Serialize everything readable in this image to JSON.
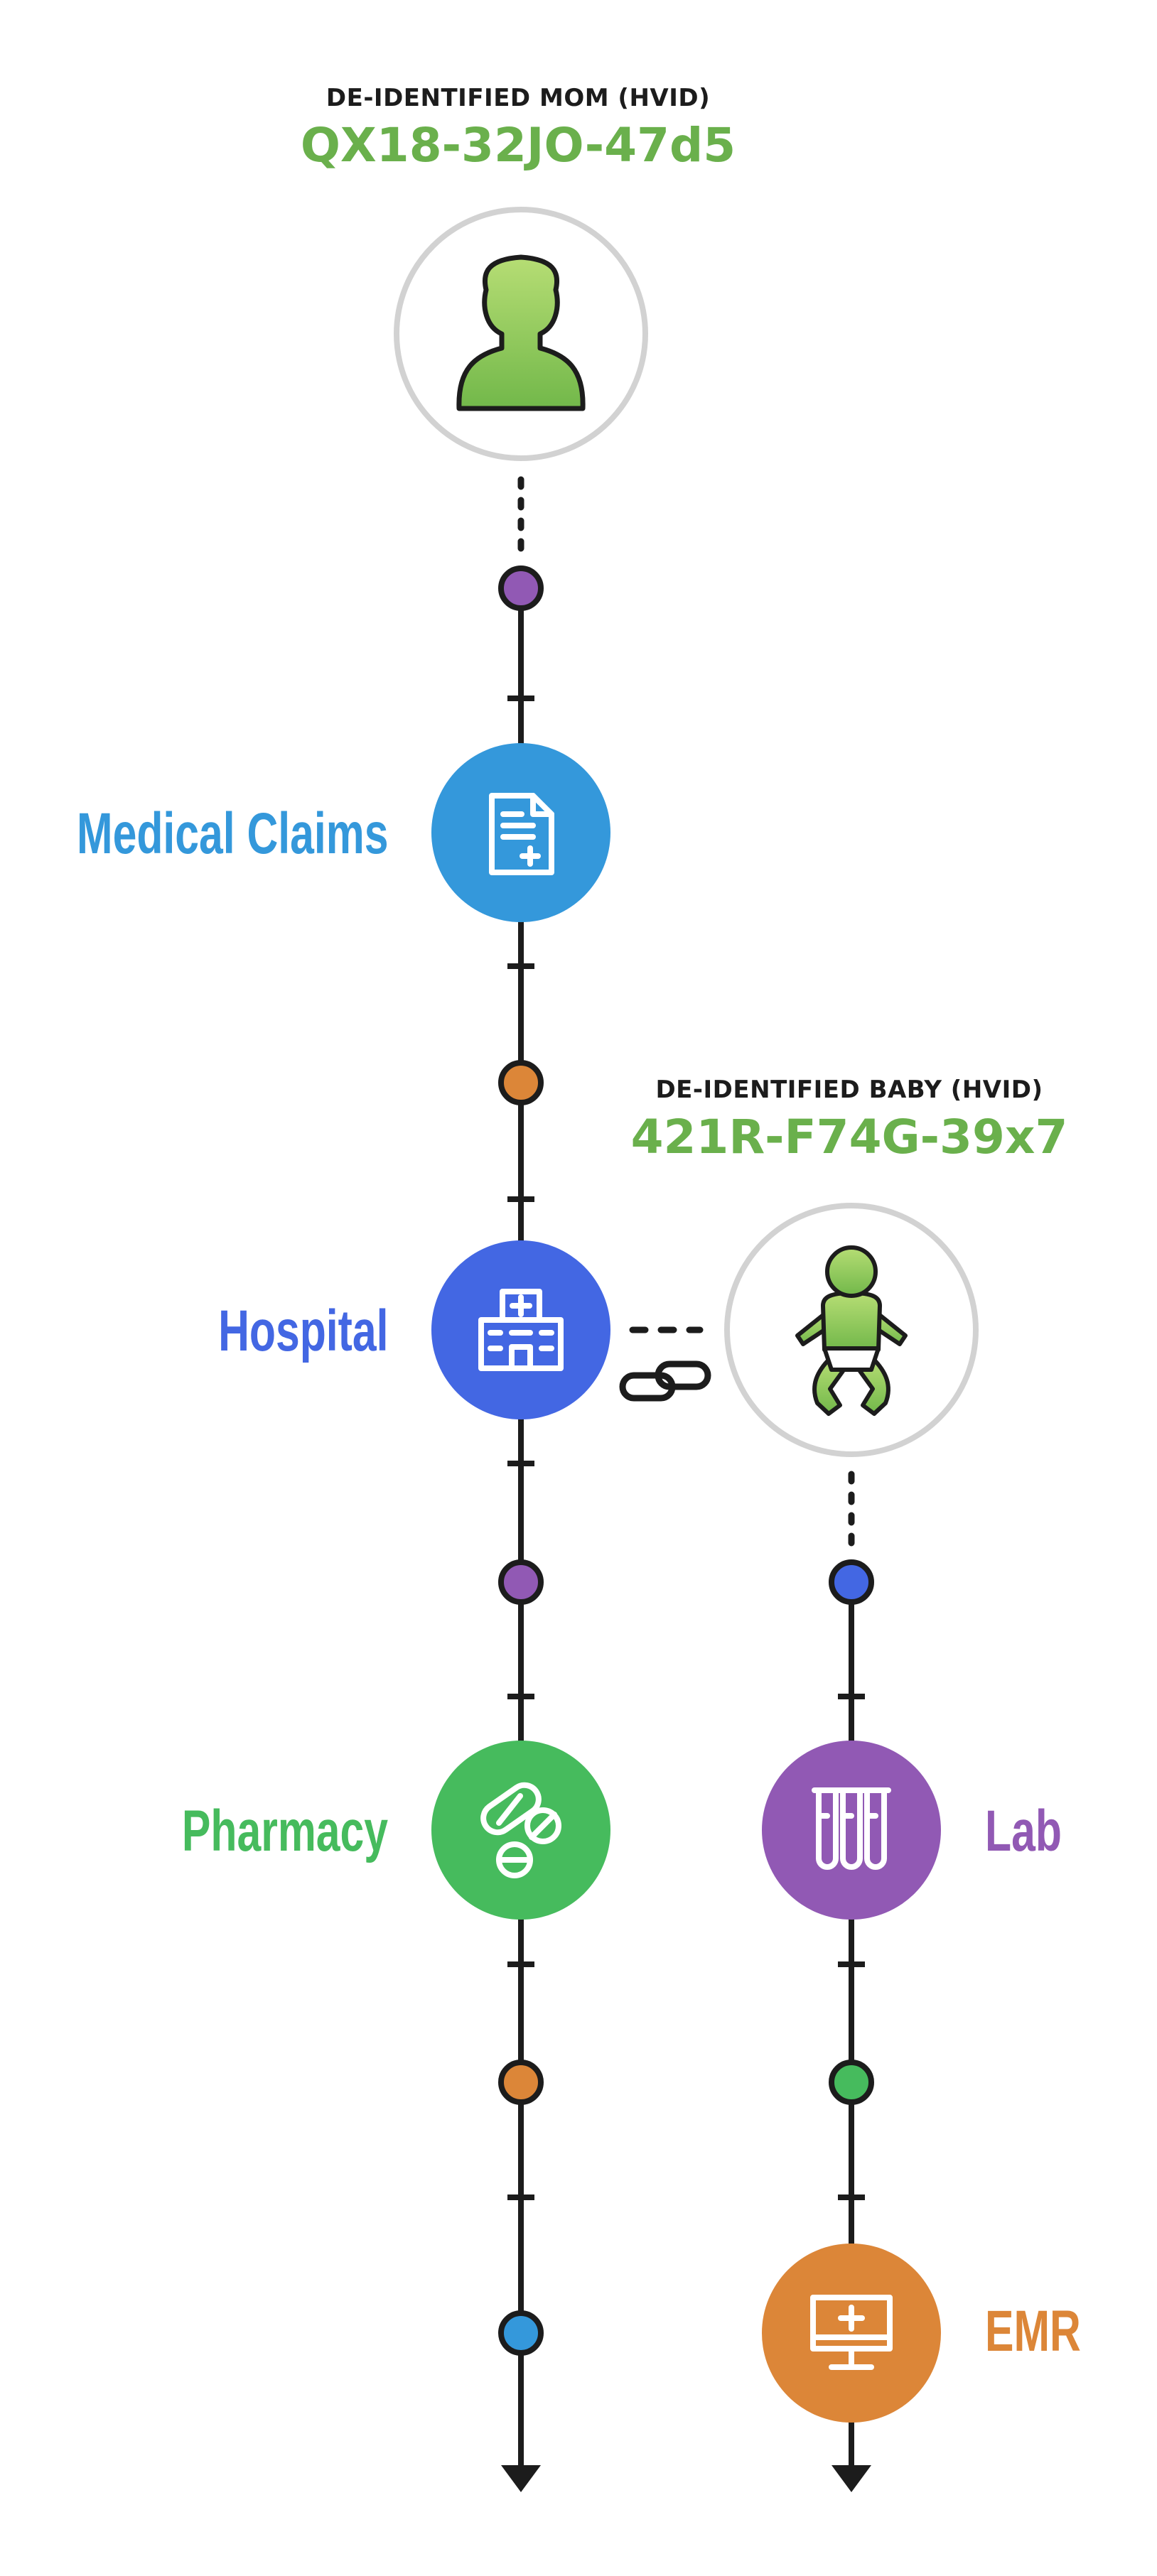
{
  "mom": {
    "caption": "DE-IDENTIFIED MOM (HVID)",
    "id": "QX18-32JO-47d5",
    "icon": "woman-avatar-icon"
  },
  "baby": {
    "caption": "DE-IDENTIFIED BABY (HVID)",
    "id": "421R-F74G-39x7",
    "icon": "baby-avatar-icon"
  },
  "sources": {
    "medical_claims": {
      "label": "Medical Claims",
      "icon": "medical-document-icon",
      "color": "#3498db"
    },
    "hospital": {
      "label": "Hospital",
      "icon": "hospital-building-icon",
      "color": "#4367e3"
    },
    "pharmacy": {
      "label": "Pharmacy",
      "icon": "pills-icon",
      "color": "#46bb5d"
    },
    "lab": {
      "label": "Lab",
      "icon": "test-tubes-icon",
      "color": "#9159b4"
    },
    "emr": {
      "label": "EMR",
      "icon": "computer-monitor-icon",
      "color": "#dc8638"
    }
  },
  "colors": {
    "id_green": "#6ab04c",
    "line": "#1c1c1c",
    "ring": "#d2d2d2",
    "avatar_green_top": "#b6dd74",
    "avatar_green_bottom": "#72b84a",
    "event_purple": "#9159b4",
    "event_orange": "#dc8638",
    "event_blue": "#3498db",
    "event_royal": "#4367e3",
    "event_green": "#46bb5d"
  },
  "link": {
    "icon": "chain-link-icon"
  }
}
